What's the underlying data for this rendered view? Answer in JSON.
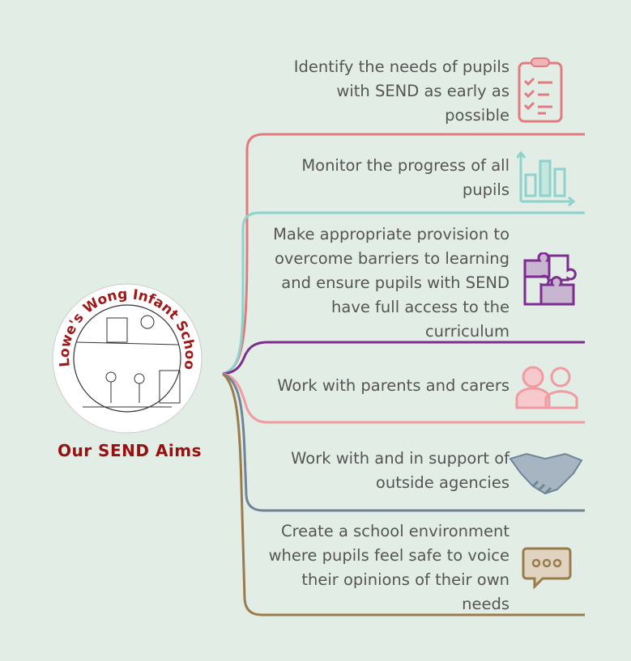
{
  "logo": {
    "text_top": "Wong Infant",
    "text_left": "Lowe's",
    "text_right": "School"
  },
  "title": "Our SEND Aims",
  "aims": [
    {
      "text": "Identify the needs of pupils with SEND as early as possible",
      "icon": "clipboard-checklist-icon",
      "color": "#e27a7f"
    },
    {
      "text": "Monitor the progress of all pupils",
      "icon": "bar-chart-icon",
      "color": "#8ed3cb"
    },
    {
      "text": "Make appropriate provision to overcome barriers to learning and ensure pupils with SEND have full access to the curriculum",
      "icon": "puzzle-icon",
      "color": "#7d2c8f"
    },
    {
      "text": "Work with parents and carers",
      "icon": "people-icon",
      "color": "#f09aa2"
    },
    {
      "text": "Work with and in support of outside agencies",
      "icon": "handshake-icon",
      "color": "#6f8597"
    },
    {
      "text": "Create a school environment where pupils feel safe to voice their opinions of their own needs",
      "icon": "speech-bubble-icon",
      "color": "#9a7b4b"
    }
  ]
}
